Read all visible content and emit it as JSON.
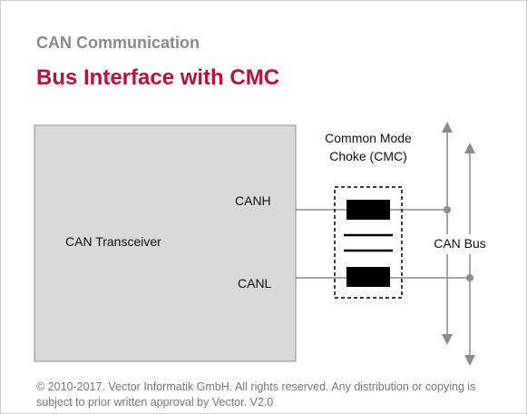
{
  "header": {
    "subtitle": "CAN Communication",
    "title": "Bus Interface with CMC"
  },
  "diagram": {
    "transceiver_label": "CAN Transceiver",
    "canh_label": "CANH",
    "canl_label": "CANL",
    "cmc_label_line1": "Common Mode",
    "cmc_label_line2": "Choke (CMC)",
    "bus_label": "CAN Bus"
  },
  "footer": {
    "line1": "© 2010-2017. Vector Informatik GmbH. All rights reserved. Any distribution or copying is",
    "line2": "subject to prior written approval by Vector. V2.0"
  },
  "colors": {
    "title": "#b5123e",
    "subtitle": "#8a8a8a",
    "box_fill": "#d9d9d9",
    "wire": "#8c8c8c",
    "choke": "#000000"
  }
}
